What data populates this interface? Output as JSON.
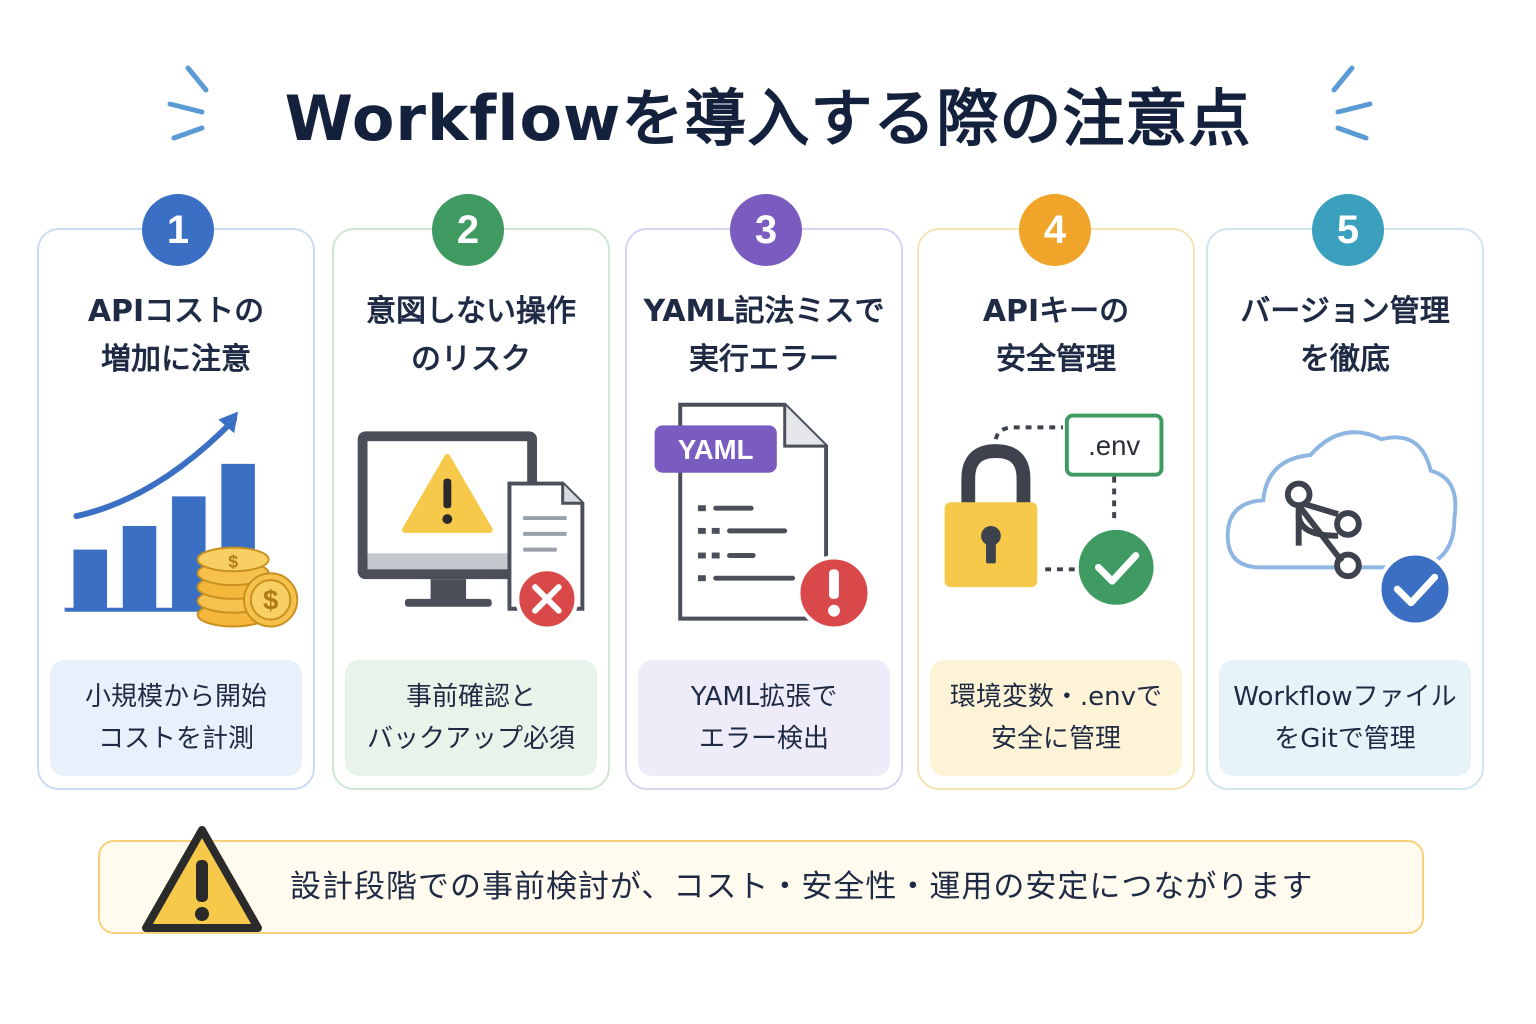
{
  "title": "Workflowを導入する際の注意点",
  "colors": {
    "blue": "#3a6fc4",
    "green": "#3f9b62",
    "purple": "#7a5cc0",
    "orange": "#f0a52a",
    "teal": "#3aa0bd",
    "warning": "#f6c94a",
    "error": "#d9494a"
  },
  "cards": [
    {
      "number": "1",
      "title_lines": [
        "APIコストの",
        "増加に注意"
      ],
      "note_lines": [
        "小規模から開始",
        "コストを計測"
      ],
      "icon": "rising-bar-chart-with-coins-icon"
    },
    {
      "number": "2",
      "title_lines": [
        "意図しない操作",
        "のリスク"
      ],
      "note_lines": [
        "事前確認と",
        "バックアップ必須"
      ],
      "icon": "monitor-warning-document-error-icon"
    },
    {
      "number": "3",
      "title_lines": [
        "YAML記法ミスで",
        "実行エラー"
      ],
      "note_lines": [
        "YAML拡張で",
        "エラー検出"
      ],
      "icon": "yaml-file-error-icon",
      "file_tag": "YAML"
    },
    {
      "number": "4",
      "title_lines": [
        "APIキーの",
        "安全管理"
      ],
      "note_lines": [
        "環境変数・.envで",
        "安全に管理"
      ],
      "icon": "padlock-env-check-icon",
      "file_tag": ".env"
    },
    {
      "number": "5",
      "title_lines": [
        "バージョン管理",
        "を徹底"
      ],
      "note_lines": [
        "Workflowファイル",
        "をGitで管理"
      ],
      "icon": "cloud-git-branch-check-icon"
    }
  ],
  "banner": {
    "icon": "warning-triangle-icon",
    "text": "設計段階での事前検討が、コスト・安全性・運用の安定につながります"
  }
}
